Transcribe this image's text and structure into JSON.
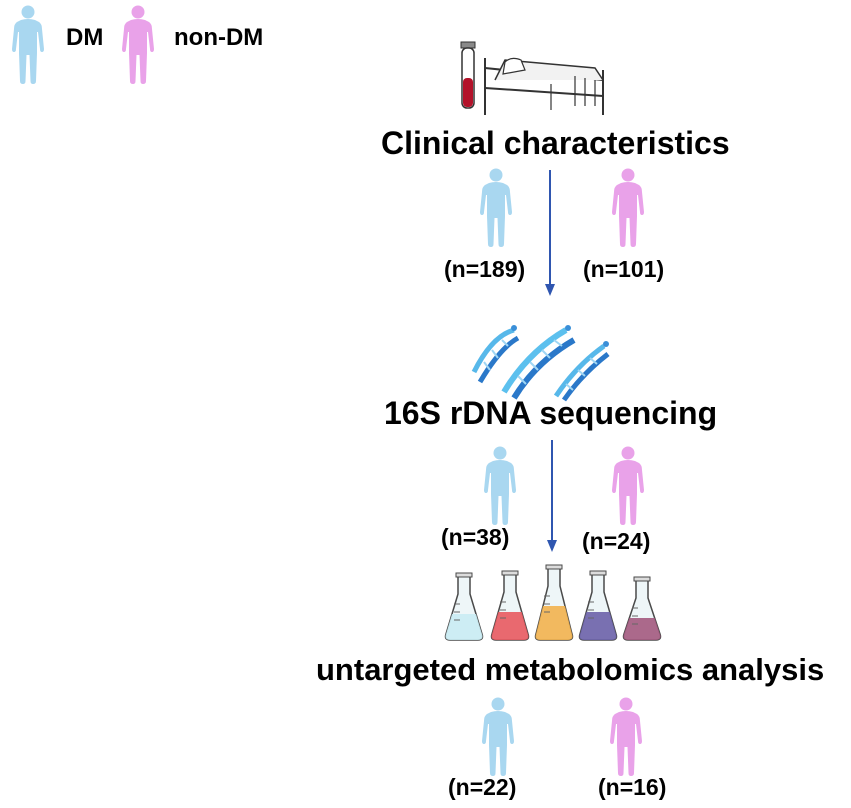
{
  "legend": {
    "items": [
      {
        "label": "DM",
        "color": "#a9d7f0",
        "icon": "person-icon"
      },
      {
        "label": "non-DM",
        "color": "#e9a2e9",
        "icon": "person-icon"
      }
    ]
  },
  "stages": [
    {
      "title": "Clinical characteristics",
      "icon": "blood-tube-and-hospital-bed-icon",
      "dm_count": "(n=189)",
      "non_dm_count": "(n=101)"
    },
    {
      "title": "16S rDNA sequencing",
      "icon": "dna-helix-icon",
      "dm_count": "(n=38)",
      "non_dm_count": "(n=24)"
    },
    {
      "title": "untargeted metabolomics analysis",
      "icon": "lab-flasks-icon",
      "dm_count": "(n=22)",
      "non_dm_count": "(n=16)"
    }
  ],
  "colors": {
    "dm": "#a9d7f0",
    "non_dm": "#e9a2e9",
    "arrow": "#2f56b0",
    "flasks": [
      "#c9ecf3",
      "#e85a5f",
      "#f2b24e",
      "#6c62a8",
      "#a35a7e"
    ]
  }
}
